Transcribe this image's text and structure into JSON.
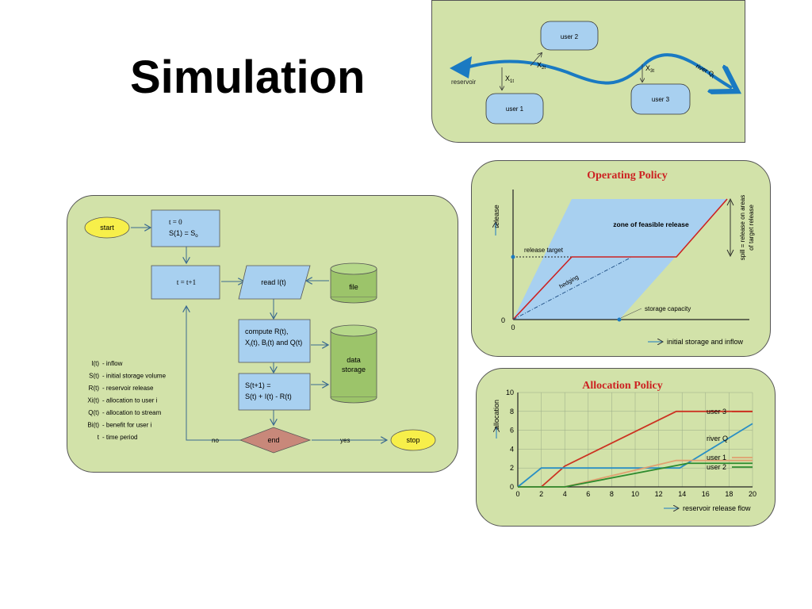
{
  "slide": {
    "title": "Simulation"
  },
  "river_panel": {
    "reservoir": "reservoir",
    "user1": "user 1",
    "user2": "user 2",
    "user3": "user 3",
    "x1": "X",
    "x1_sub": "1t",
    "x2": "X",
    "x2_sub": "2t",
    "x3": "X",
    "x3_sub": "3t",
    "river": "river Q",
    "river_sub": "t"
  },
  "flowchart": {
    "start": "start",
    "init_line1": "t = 0",
    "init_line2": "S(1) = S",
    "init_sub": "o",
    "increment": "t = t+1",
    "read": "read I(t)",
    "file": "file",
    "compute_line1": "compute R(t),",
    "compute_line2": "X",
    "compute_sub": "i",
    "compute_line2b": "(t), B",
    "compute_line2c": "(t) and Q(t)",
    "data_storage_1": "data",
    "data_storage_2": "storage",
    "update_line1": "S(t+1) =",
    "update_line2": "S(t) + I(t) - R(t)",
    "end": "end",
    "no": "no",
    "yes": "yes",
    "stop": "stop",
    "legend": [
      {
        "sym": "I(t)",
        "desc": "- inflow"
      },
      {
        "sym": "S(t)",
        "desc": "- initial storage volume"
      },
      {
        "sym": "R(t)",
        "desc": "- reservoir release"
      },
      {
        "sym": "Xi(t)",
        "desc": "- allocation to user i"
      },
      {
        "sym": "Q(t)",
        "desc": "- allocation to stream"
      },
      {
        "sym": "Bi(t)",
        "desc": "- benefit for user i"
      },
      {
        "sym": "t",
        "desc": "- time period"
      }
    ]
  },
  "operating_policy": {
    "title": "Operating Policy",
    "ylabel": "release",
    "xlabel": "initial storage and inflow",
    "zone": "zone of feasible release",
    "release_target": "release target",
    "hedging": "hedging",
    "storage_capacity": "storage capacity",
    "spill_1": "spill = release on areas",
    "spill_2": "of target release",
    "zero_y": "0",
    "zero_x": "0"
  },
  "chart_data": {
    "type": "line",
    "title": "Allocation Policy",
    "xlabel": "reservoir release flow",
    "ylabel": "allocation",
    "xlim": [
      0,
      20
    ],
    "ylim": [
      0,
      10
    ],
    "xticks": [
      0,
      2,
      4,
      6,
      8,
      10,
      12,
      14,
      16,
      18,
      20
    ],
    "yticks": [
      0,
      2,
      4,
      6,
      8,
      10
    ],
    "series": [
      {
        "name": "user 3",
        "color": "#cc3322",
        "x": [
          0,
          2,
          4,
          13.5,
          20
        ],
        "y": [
          0,
          0,
          2.2,
          8,
          8
        ]
      },
      {
        "name": "river Q",
        "color": "#2a8fc4",
        "x": [
          0,
          2,
          13.8,
          20
        ],
        "y": [
          0,
          2,
          2,
          6.7
        ]
      },
      {
        "name": "user 1",
        "color": "#e0a070",
        "x": [
          0,
          4,
          13.5,
          20
        ],
        "y": [
          0,
          0,
          2.8,
          2.8
        ]
      },
      {
        "name": "user 2",
        "color": "#2e8b2e",
        "x": [
          0,
          4,
          14.5,
          20
        ],
        "y": [
          0,
          0,
          2.5,
          2.5
        ]
      }
    ]
  }
}
